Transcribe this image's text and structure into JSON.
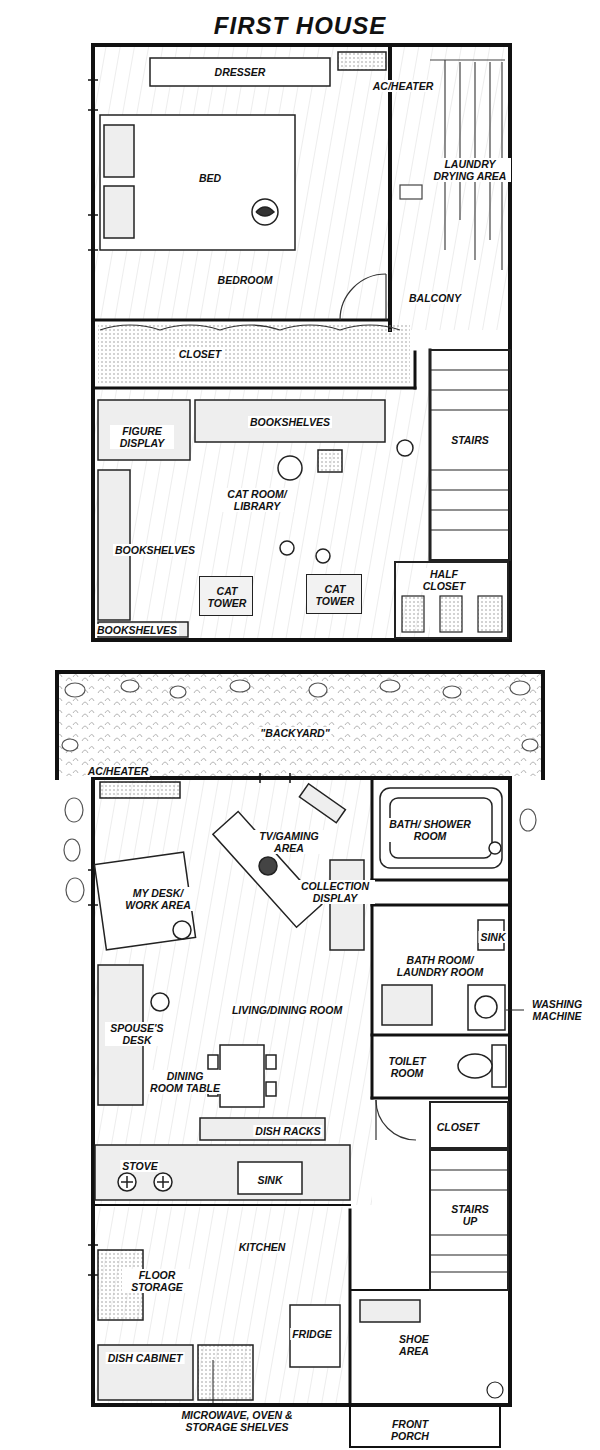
{
  "diagram": {
    "title": "FIRST HOUSE",
    "nodes": [
      {
        "text": [
          "BEDROOM"
        ]
      },
      {
        "text": [
          "DRESSER"
        ],
        "in": 0
      },
      {
        "text": [
          "BED"
        ],
        "in": 0
      },
      {
        "text": [
          "BALCONY"
        ]
      },
      {
        "text": [
          "CLOSET"
        ]
      },
      {
        "text": [
          "CAT ROOM/ LIBRARY"
        ]
      },
      {
        "text": [
          "CAT TOWER"
        ],
        "in": 5
      },
      {
        "text": [
          "CAT TOWER"
        ],
        "in": 5
      },
      {
        "text": [
          "STAIRS"
        ]
      },
      {
        "text": [
          "\"BACKYARD\""
        ]
      },
      {
        "text": [
          "LIVING/DINING ROOM"
        ]
      },
      {
        "text": [
          "BATH/ SHOWER ROOM"
        ]
      },
      {
        "text": [
          "BATH ROOM/ LAUNDRY ROOM"
        ]
      },
      {
        "text": [
          "TOILET ROOM"
        ]
      },
      {
        "text": [
          "KITCHEN"
        ]
      }
    ],
    "labels": [
      "AC/HEATER",
      "LAUNDRY DRYING AREA",
      "BOOKSHELVES",
      "FIGURE DISPLAY",
      "BOOKSHELVES",
      "HALF CLOSET",
      "BOOKSHELVES",
      "AC/HEATER",
      "TV/GAMING AREA",
      "MY DESK/ WORK AREA",
      "COLLECTION DISPLAY",
      "SINK",
      "WASHING MACHINE",
      "SPOUSE'S DESK",
      "DINING ROOM TABLE",
      "DISH RACKS",
      "STOVE",
      "SINK",
      "CLOSET",
      "STAIRS UP",
      "FLOOR STORAGE",
      "FRIDGE",
      "SHOE AREA",
      "DISH CABINET",
      "MICROWAVE, OVEN & STORAGE SHELVES",
      "FRONT PORCH"
    ]
  }
}
